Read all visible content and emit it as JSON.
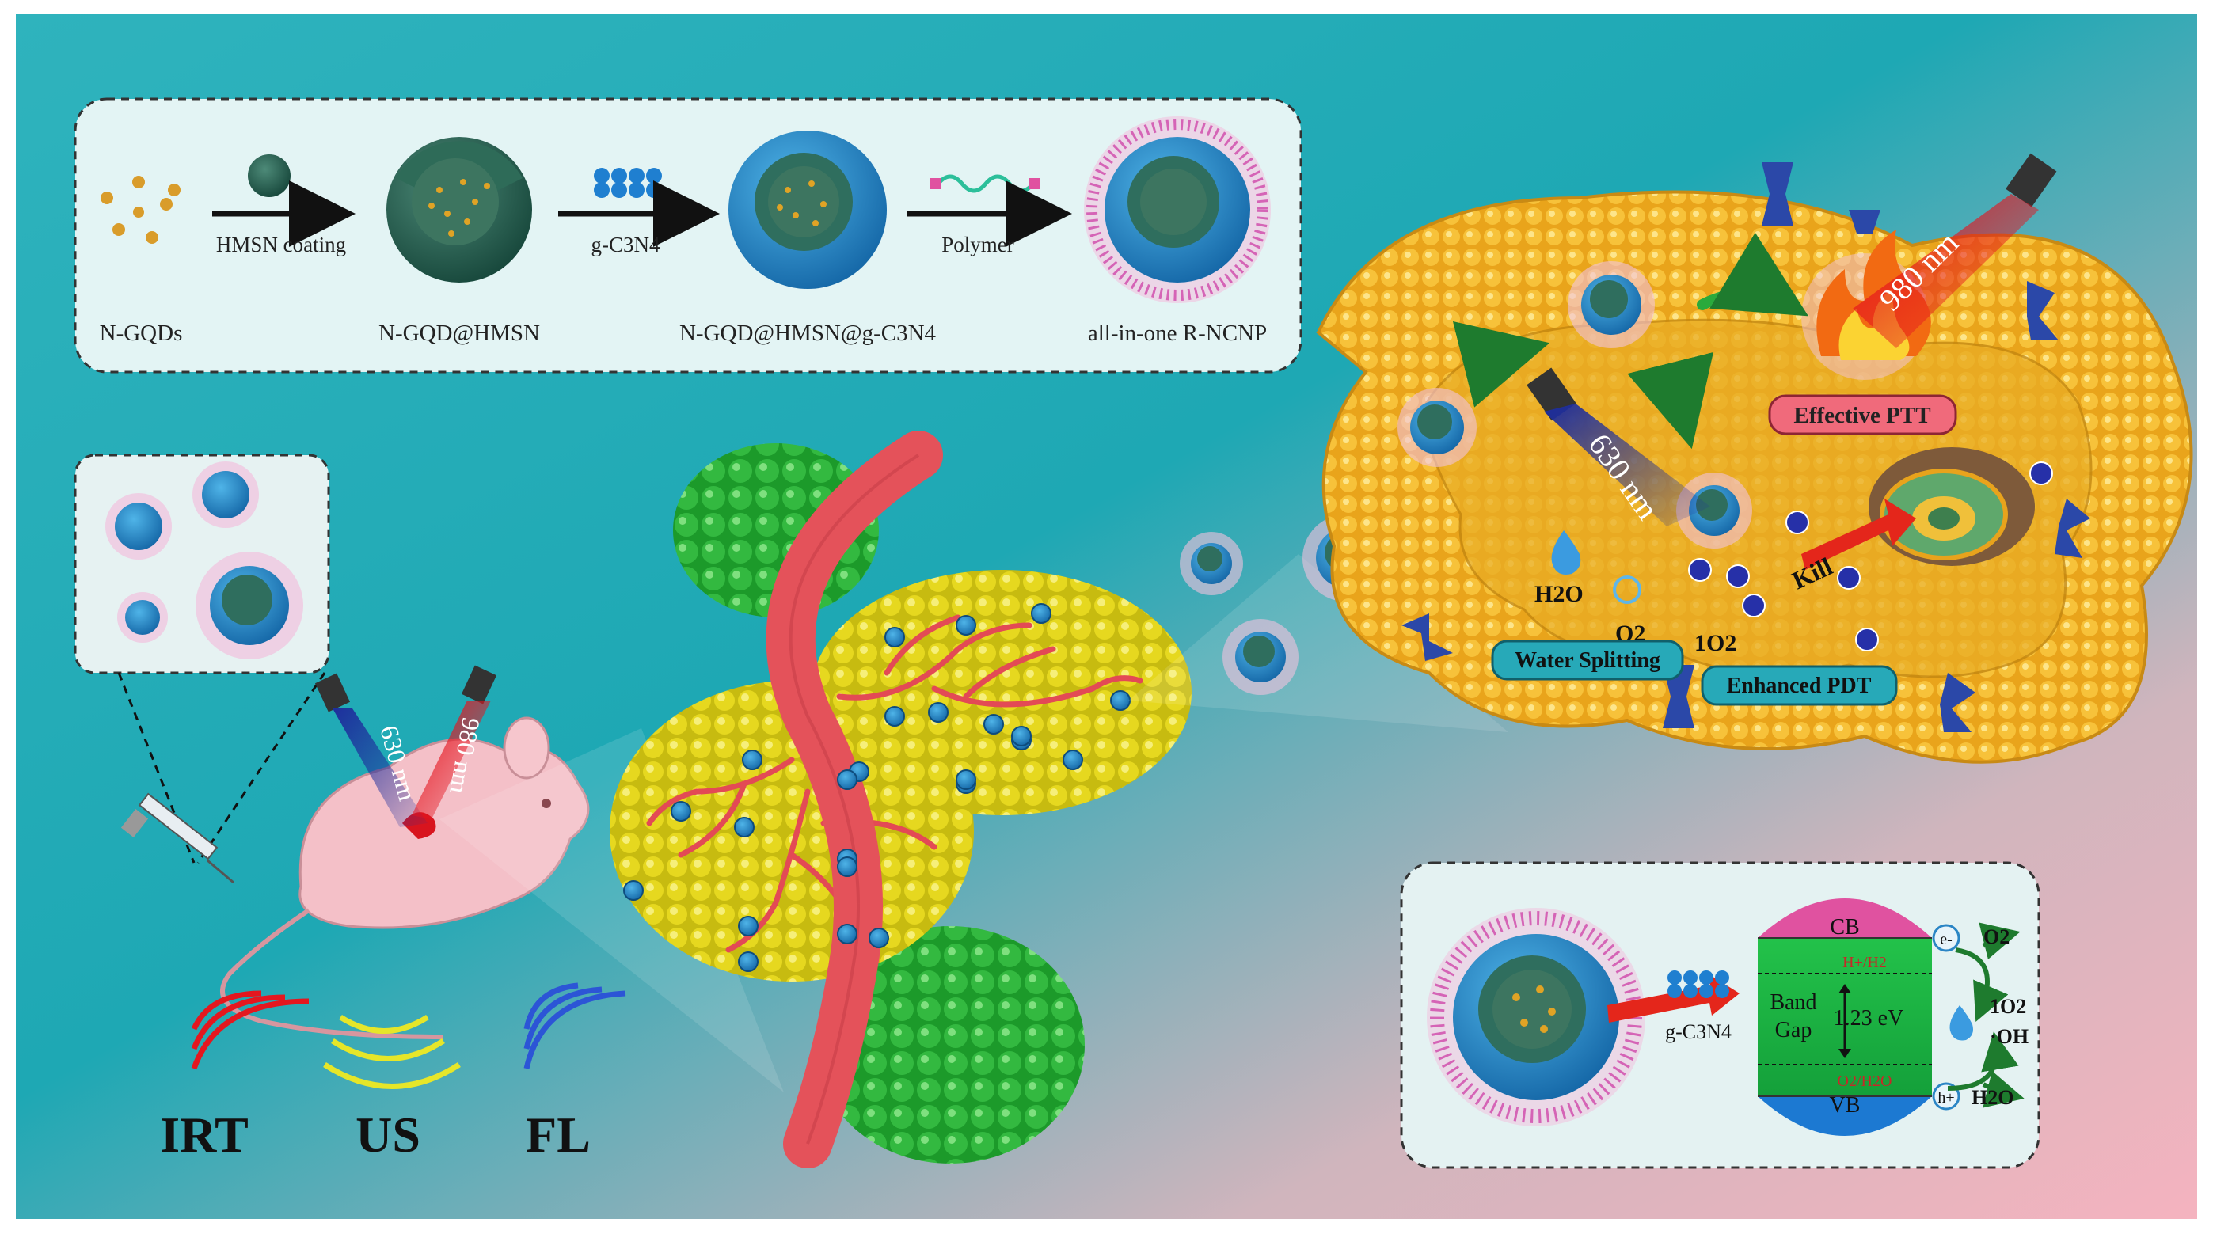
{
  "synthesis": {
    "labels": [
      "N-GQDs",
      "N-GQD@HMSN",
      "N-GQD@HMSN@g-C3N4",
      "all-in-one R-NCNP"
    ],
    "step1": "HMSN coating",
    "step2": "g-C3N4",
    "step3": "Polymer"
  },
  "mouse": {
    "laser_630": "630 nm",
    "laser_980": "980 nm"
  },
  "imaging": [
    "IRT",
    "US",
    "FL"
  ],
  "cell": {
    "laser_980": "980 nm",
    "laser_630": "630 nm",
    "effective_ptt": "Effective PTT",
    "h2o": "H2O",
    "o2": "O2",
    "singlet_o2": "1O2",
    "kill": "Kill",
    "water_splitting": "Water Splitting",
    "enhanced_pdt": "Enhanced PDT"
  },
  "bandgap": {
    "g_c3n4": "g-C3N4",
    "cb": "CB",
    "vb": "VB",
    "band": "Band",
    "gap": "Gap",
    "energy": "1.23 eV",
    "h_h2": "H+/H2",
    "o2_h2o": "O2/H2O",
    "e_minus": "e-",
    "h_plus": "h+",
    "o2": "O2",
    "singlet_o2": "1O2",
    "oh": "·OH",
    "h2o": "H2O"
  },
  "colors": {
    "background_teal": "#22aab5",
    "background_pink": "#f2b1bd",
    "cell_gold": "#f0b020",
    "vessel_red": "#e4525a",
    "tumor_yellow": "#e0d318",
    "tissue_green": "#2fb13c",
    "laser_red": "#e8232a",
    "laser_blue": "#2233aa"
  }
}
